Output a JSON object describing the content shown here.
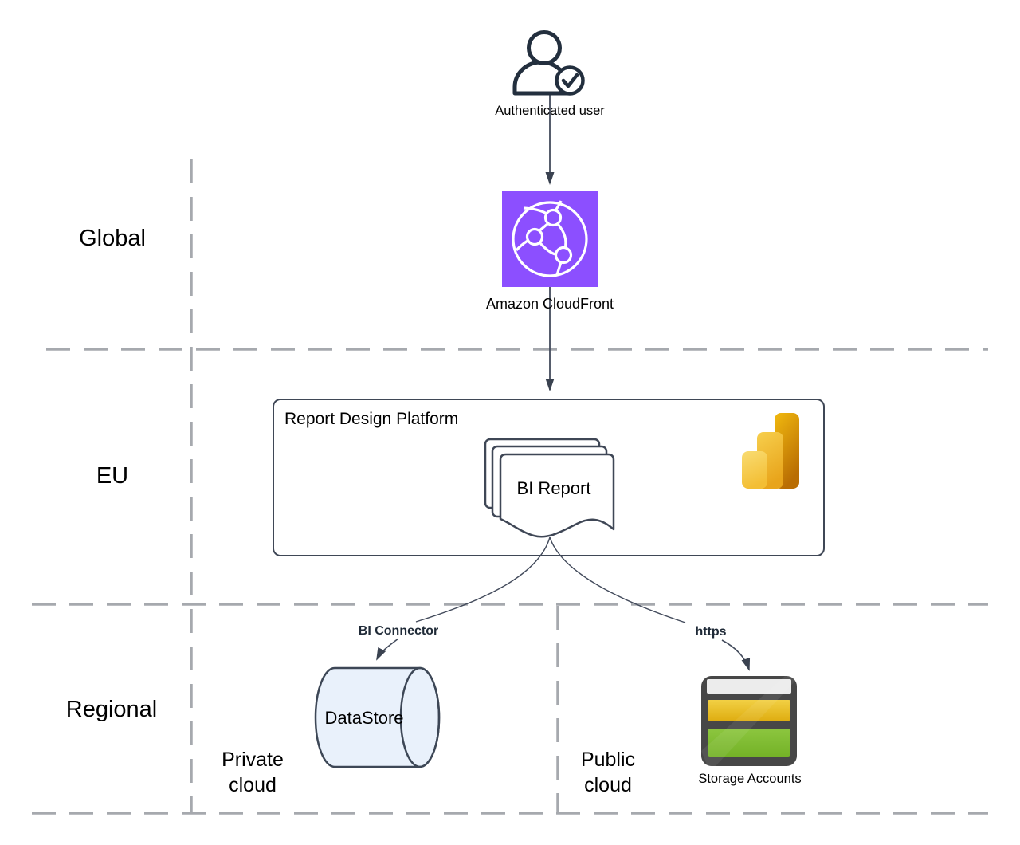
{
  "regions": {
    "global": {
      "label": "Global"
    },
    "eu": {
      "label": "EU"
    },
    "regional": {
      "label": "Regional"
    }
  },
  "nodes": {
    "authenticated_user": {
      "label": "Authenticated user",
      "icon": "user-check-icon"
    },
    "cloudfront": {
      "label": "Amazon CloudFront",
      "icon": "cloudfront-globe-icon"
    },
    "platform": {
      "label": "Report Design Platform",
      "icon": "power-bi-icon"
    },
    "bi_report": {
      "label": "BI Report",
      "icon": "document-stack-icon"
    },
    "datastore": {
      "label": "DataStore",
      "icon": "database-cylinder-icon"
    },
    "storage_accounts": {
      "label": "Storage Accounts",
      "icon": "storage-accounts-icon"
    }
  },
  "connections": {
    "bi_connector": {
      "label": "BI Connector"
    },
    "https": {
      "label": "https"
    }
  },
  "zones": {
    "private_cloud": {
      "label": "Private cloud"
    },
    "public_cloud": {
      "label": "Public cloud"
    }
  },
  "colors": {
    "icon_dark": "#232F3E",
    "connector_line": "#434B5C",
    "boundary_dashed": "#A6A9AE",
    "cloudfront_purple": "#8C4FFF",
    "cylinder_fill": "#E9F1FB",
    "powerbi_yellow": "#F2C811",
    "storage_yellow": "#E8C127",
    "storage_green": "#7CB82E"
  }
}
